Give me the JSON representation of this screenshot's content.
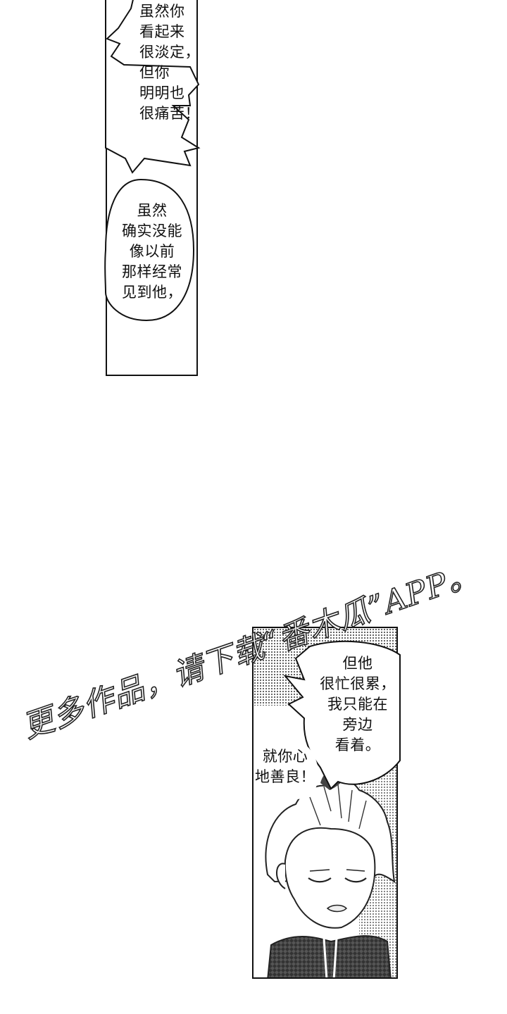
{
  "panel1": {
    "bubble_top": "虽然你\n看起来\n很淡定，\n但你\n明明也\n很痛苦！",
    "bubble_bottom": "虽然\n确实没能\n像以前\n那样经常\n见到他，"
  },
  "panel2": {
    "bubble_main": "但他\n很忙很累，\n我只能在\n旁边\n看着。",
    "caption": "就你心\n地善良！"
  },
  "watermark": "更多作品，请下载“番木瓜”APP。"
}
